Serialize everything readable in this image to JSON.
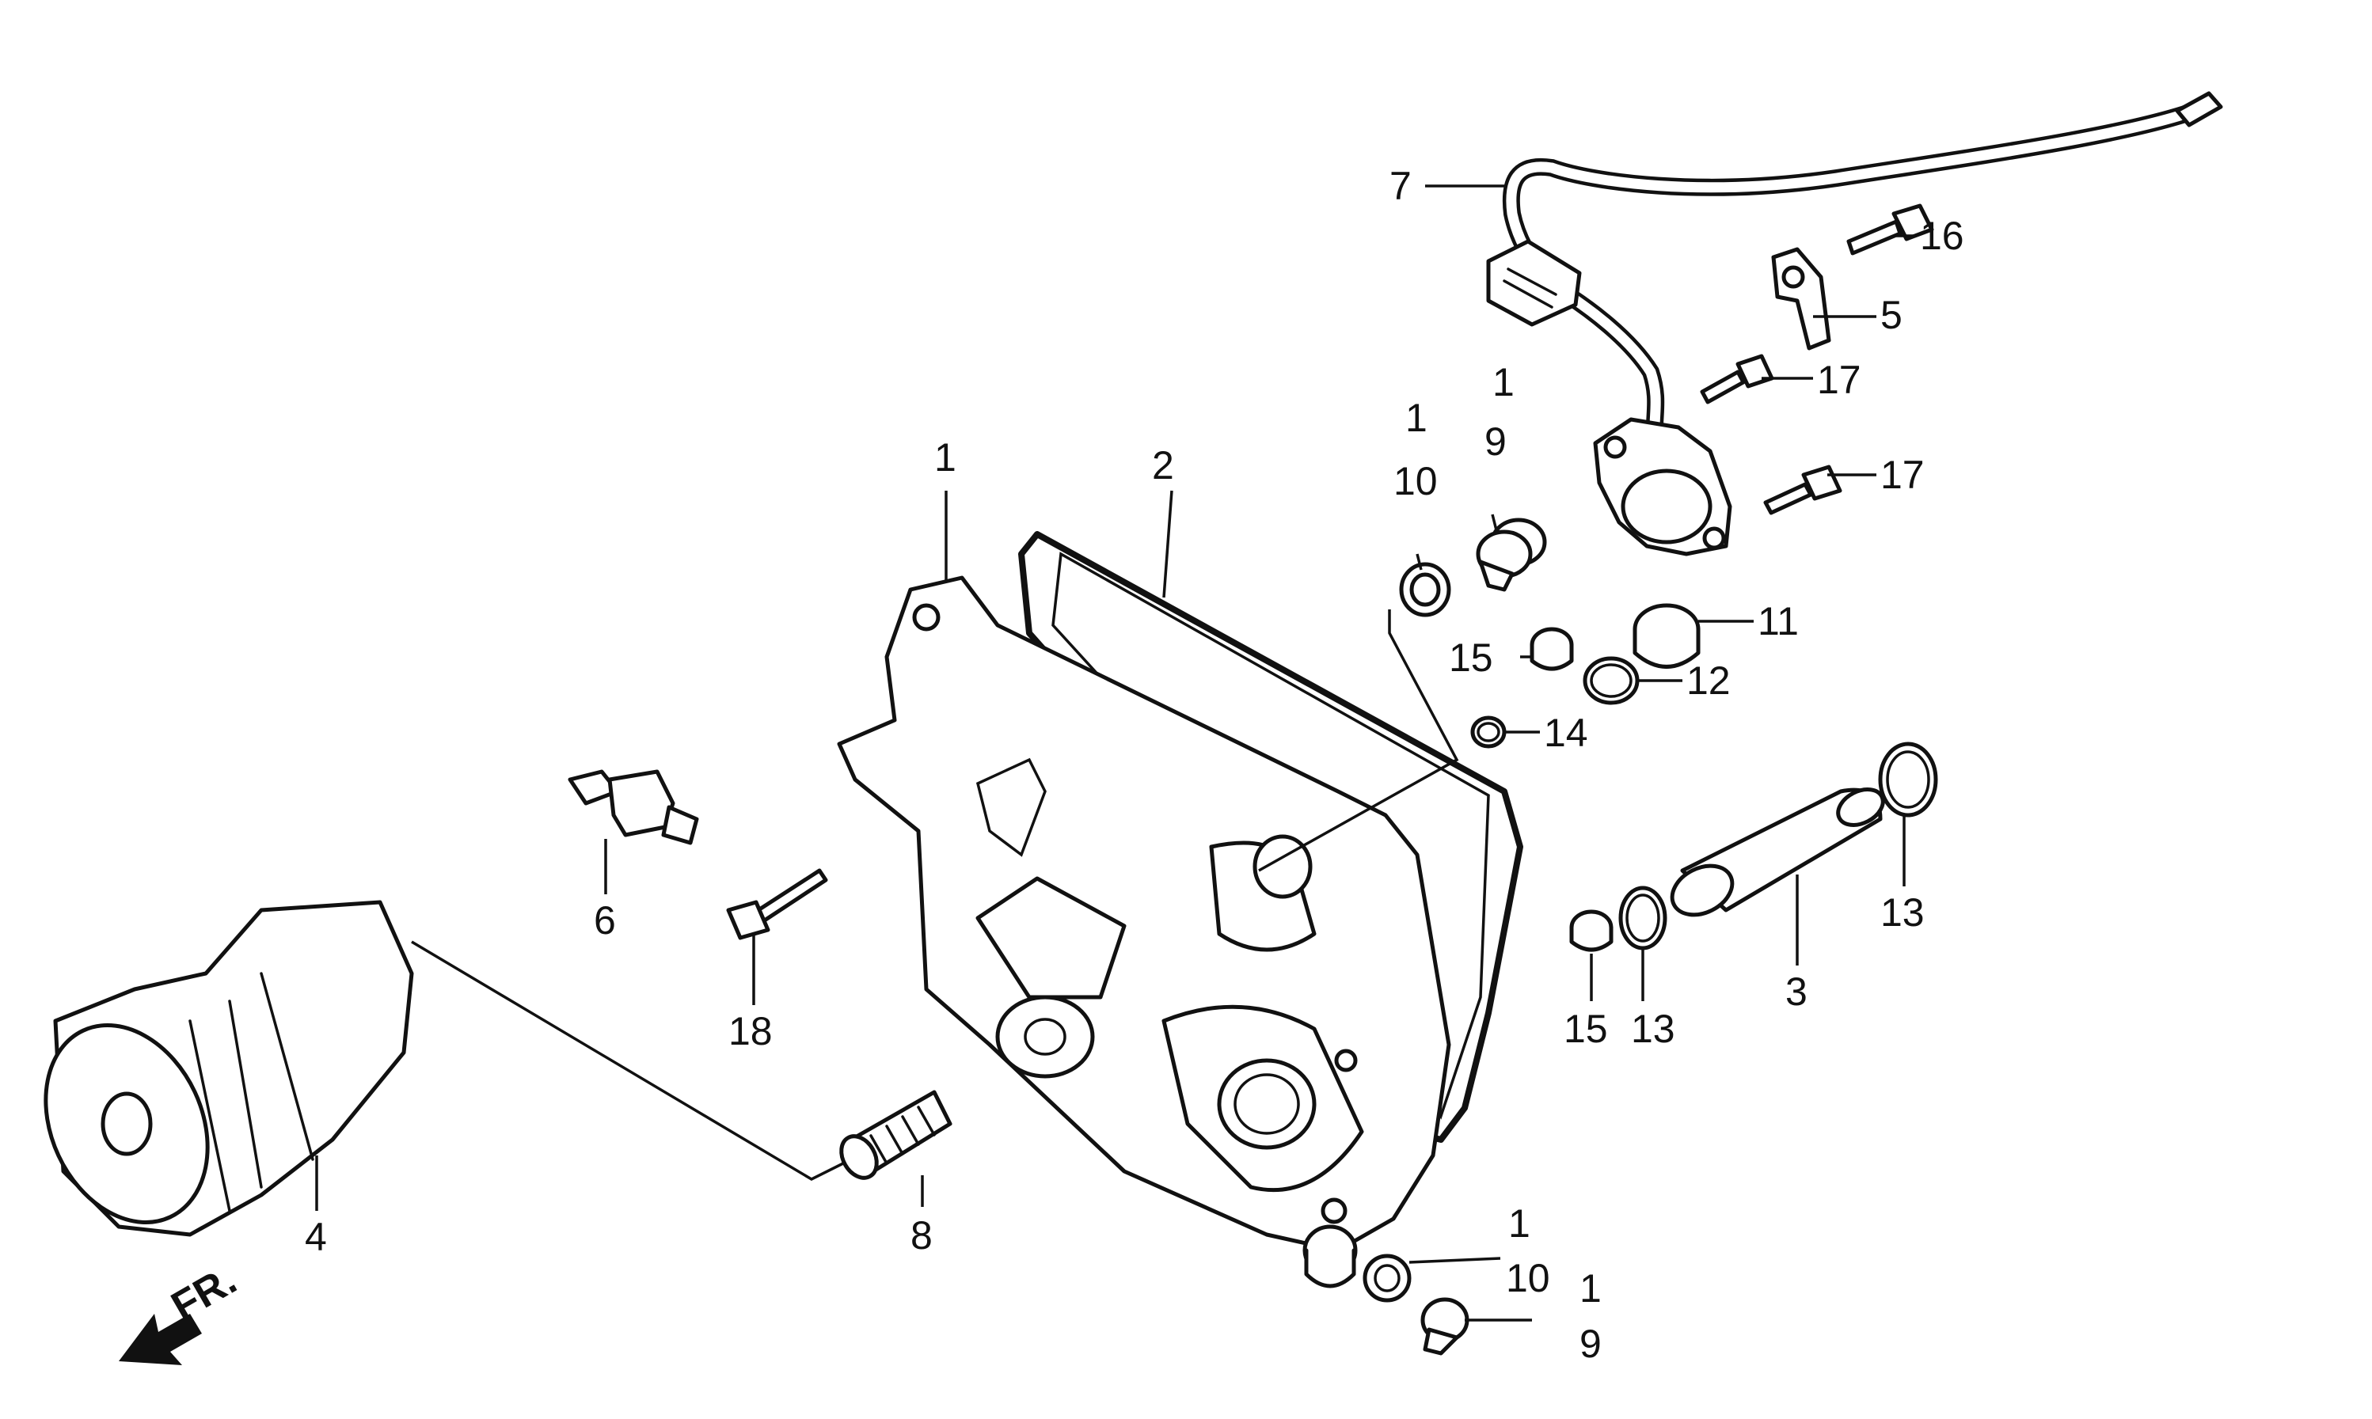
{
  "callouts": {
    "c7": "7",
    "c16": "16",
    "c5": "5",
    "c1_sensor": "1",
    "c17_upper": "17",
    "c17_lower": "17",
    "c1_plug": "1",
    "c9_upper": "9",
    "c10_upper": "10",
    "c1_cover": "1",
    "c2": "2",
    "c11": "11",
    "c15_upper": "15",
    "c12": "12",
    "c14": "14",
    "c13_right": "13",
    "c6": "6",
    "c18": "18",
    "c3": "3",
    "c15_lower": "15",
    "c13_lower": "13",
    "c4": "4",
    "c8": "8",
    "c1_lower_a": "1",
    "c10_lower": "10",
    "c1_lower_b": "1",
    "c9_lower": "9"
  },
  "direction": {
    "label": "FR."
  }
}
